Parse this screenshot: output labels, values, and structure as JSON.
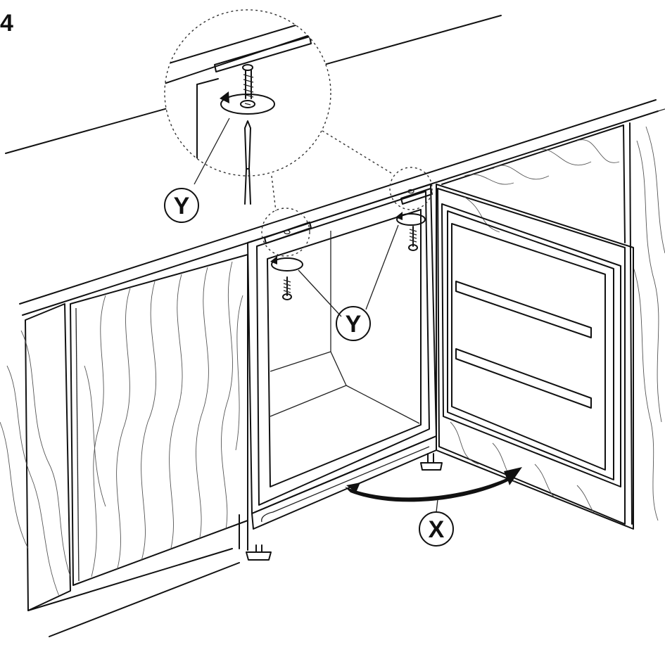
{
  "step_number": "4",
  "callouts": {
    "y_detail": "Y",
    "y_hinges": "Y",
    "x_door": "X"
  },
  "colors": {
    "line": "#111111",
    "background": "#ffffff"
  },
  "icons": [
    "screw-icon",
    "screwdriver-icon",
    "rotation-arrow-icon",
    "swing-arrow-icon",
    "adjustable-foot-icon"
  ]
}
